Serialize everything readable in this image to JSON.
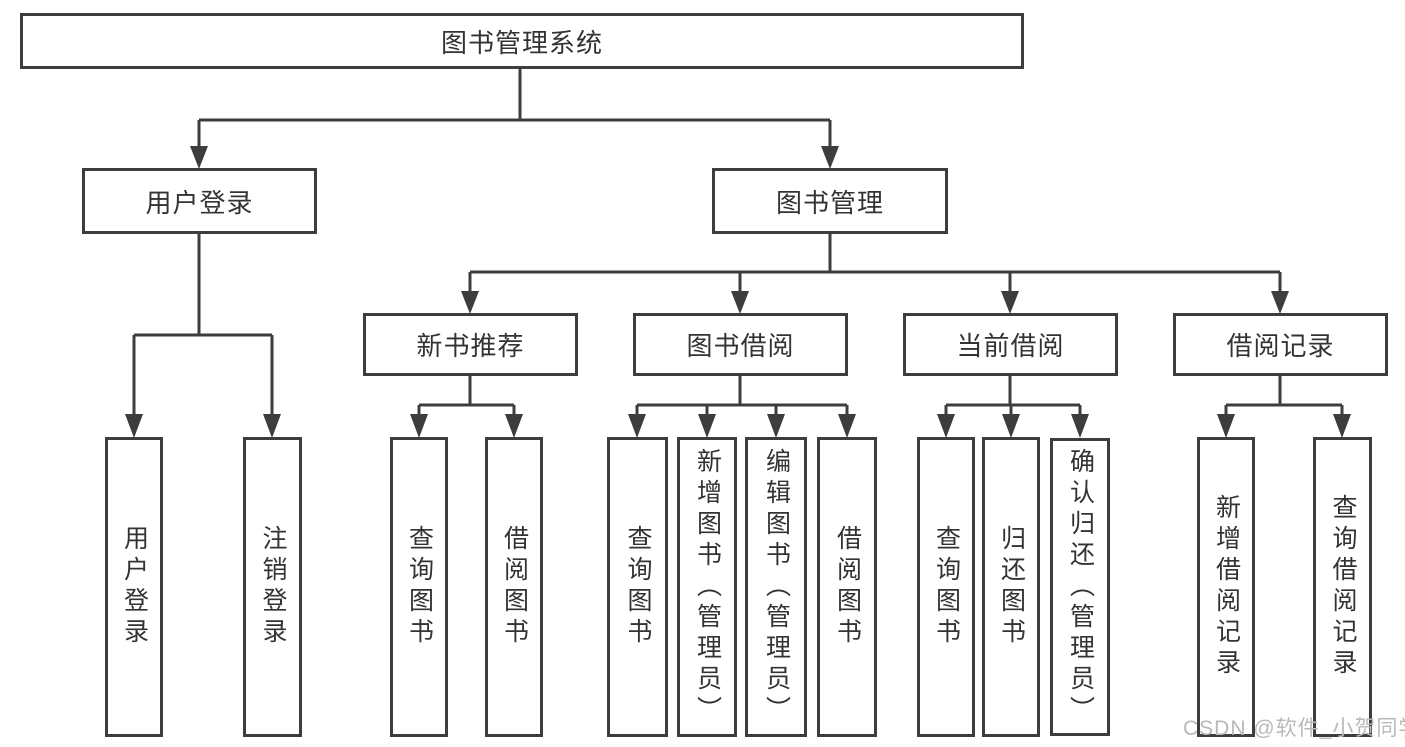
{
  "diagram": {
    "root": {
      "label": "图书管理系统"
    },
    "branches": [
      {
        "label": "用户登录",
        "children": [
          "用户登录",
          "注销登录"
        ]
      },
      {
        "label": "图书管理",
        "subbranches": [
          {
            "label": "新书推荐",
            "children": [
              "查询图书",
              "借阅图书"
            ]
          },
          {
            "label": "图书借阅",
            "children": [
              "查询图书",
              "新增图书（管理员）",
              "编辑图书（管理员）",
              "借阅图书"
            ]
          },
          {
            "label": "当前借阅",
            "children": [
              "查询图书",
              "归还图书",
              "确认归还（管理员）"
            ]
          },
          {
            "label": "借阅记录",
            "children": [
              "新增借阅记录",
              "查询借阅记录"
            ]
          }
        ]
      }
    ]
  },
  "watermark": {
    "text": "CSDN @软件_小贺同学"
  },
  "colors": {
    "line": "#3d3d3d",
    "text": "#333333",
    "watermark": "#b9b9b9",
    "background": "#ffffff"
  }
}
